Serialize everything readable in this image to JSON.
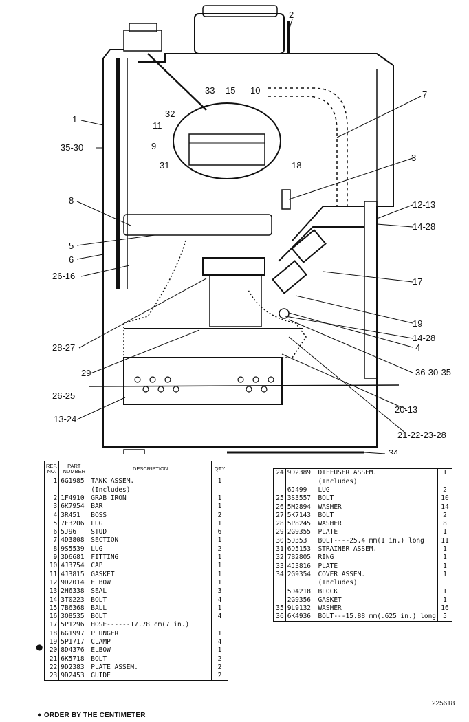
{
  "callouts": {
    "c1": "1",
    "c2": "2",
    "c3": "3",
    "c4": "4",
    "c5": "5",
    "c6": "6",
    "c7": "7",
    "c8": "8",
    "c9": "9",
    "c10": "10",
    "c11": "11",
    "c15": "15",
    "c17": "17",
    "c18": "18",
    "c19": "19",
    "c29": "29",
    "c31": "31",
    "c32": "32",
    "c33": "33",
    "c34": "34",
    "c35_30": "35-30",
    "c12_13": "12-13",
    "c14_28a": "14-28",
    "c14_28b": "14-28",
    "c26_16": "26-16",
    "c28_27": "28-27",
    "c36_30_35": "36-30-35",
    "c26_25": "26-25",
    "c13_24": "13-24",
    "c20_13": "20-13",
    "c21_28": "21-22-23-28"
  },
  "table_left": {
    "headers": {
      "ref": "REF. NO.",
      "part": "PART NUMBER",
      "desc": "DESCRIPTION",
      "qty": "QTY"
    },
    "rows": [
      {
        "ref": "1",
        "part": "6G1985",
        "desc": "TANK ASSEM.",
        "qty": "1"
      },
      {
        "ref": "",
        "part": "",
        "desc": "(Includes)",
        "qty": ""
      },
      {
        "ref": "2",
        "part": "1F4910",
        "desc": "GRAB IRON",
        "qty": "1"
      },
      {
        "ref": "3",
        "part": "6K7954",
        "desc": "BAR",
        "qty": "1"
      },
      {
        "ref": "4",
        "part": "3R451",
        "desc": "BOSS",
        "qty": "2"
      },
      {
        "ref": "5",
        "part": "7F3206",
        "desc": "LUG",
        "qty": "1"
      },
      {
        "ref": "6",
        "part": "5J96",
        "desc": "STUD",
        "qty": "6"
      },
      {
        "ref": "7",
        "part": "4D3808",
        "desc": "SECTION",
        "qty": "1"
      },
      {
        "ref": "8",
        "part": "9S5539",
        "desc": "LUG",
        "qty": "2"
      },
      {
        "ref": "9",
        "part": "3D6681",
        "desc": "FITTING",
        "qty": "1"
      },
      {
        "ref": "10",
        "part": "4J3754",
        "desc": "CAP",
        "qty": "1"
      },
      {
        "ref": "11",
        "part": "4J3815",
        "desc": "GASKET",
        "qty": "1"
      },
      {
        "ref": "12",
        "part": "9D2014",
        "desc": "ELBOW",
        "qty": "1"
      },
      {
        "ref": "13",
        "part": "2H6338",
        "desc": "SEAL",
        "qty": "3"
      },
      {
        "ref": "14",
        "part": "3T0223",
        "desc": "BOLT",
        "qty": "4"
      },
      {
        "ref": "15",
        "part": "7B6368",
        "desc": "BALL",
        "qty": "1"
      },
      {
        "ref": "16",
        "part": "3O8535",
        "desc": "BOLT",
        "qty": "4"
      },
      {
        "ref": "17",
        "part": "5P1296",
        "desc": "HOSE------17.78 cm(7 in.)",
        "qty": ""
      },
      {
        "ref": "18",
        "part": "6G1997",
        "desc": "PLUNGER",
        "qty": "1"
      },
      {
        "ref": "19",
        "part": "5P1717",
        "desc": "CLAMP",
        "qty": "4"
      },
      {
        "ref": "20",
        "part": "8D4376",
        "desc": "ELBOW",
        "qty": "1"
      },
      {
        "ref": "21",
        "part": "6K5718",
        "desc": "BOLT",
        "qty": "2"
      },
      {
        "ref": "22",
        "part": "9D2383",
        "desc": "PLATE ASSEM.",
        "qty": "2"
      },
      {
        "ref": "23",
        "part": "9D2453",
        "desc": "GUIDE",
        "qty": "2"
      }
    ]
  },
  "table_right": {
    "rows": [
      {
        "ref": "24",
        "part": "9D2389",
        "desc": "DIFFUSER ASSEM.",
        "qty": "1"
      },
      {
        "ref": "",
        "part": "",
        "desc": "(Includes)",
        "qty": ""
      },
      {
        "ref": "",
        "part": "6J499",
        "desc": "LUG",
        "qty": "2"
      },
      {
        "ref": "25",
        "part": "3S3557",
        "desc": "BOLT",
        "qty": "10"
      },
      {
        "ref": "26",
        "part": "5M2894",
        "desc": "WASHER",
        "qty": "14"
      },
      {
        "ref": "27",
        "part": "5K7143",
        "desc": "BOLT",
        "qty": "2"
      },
      {
        "ref": "28",
        "part": "5P8245",
        "desc": "WASHER",
        "qty": "8"
      },
      {
        "ref": "29",
        "part": "2G9355",
        "desc": "PLATE",
        "qty": "1"
      },
      {
        "ref": "30",
        "part": "5D353",
        "desc": "BOLT----25.4 mm(1 in.) long",
        "qty": "11"
      },
      {
        "ref": "31",
        "part": "6D5153",
        "desc": "STRAINER ASSEM.",
        "qty": "1"
      },
      {
        "ref": "32",
        "part": "7B2805",
        "desc": "RING",
        "qty": "1"
      },
      {
        "ref": "33",
        "part": "4J3816",
        "desc": "PLATE",
        "qty": "1"
      },
      {
        "ref": "34",
        "part": "2G9354",
        "desc": "COVER ASSEM.",
        "qty": "1"
      },
      {
        "ref": "",
        "part": "",
        "desc": "(Includes)",
        "qty": ""
      },
      {
        "ref": "",
        "part": "5D4218",
        "desc": "BLOCK",
        "qty": "1"
      },
      {
        "ref": "",
        "part": "2G9356",
        "desc": "GASKET",
        "qty": "1"
      },
      {
        "ref": "35",
        "part": "9L9132",
        "desc": "WASHER",
        "qty": "16"
      },
      {
        "ref": "36",
        "part": "6K4936",
        "desc": "BOLT---15.88 mm(.625 in.) long",
        "qty": "5"
      }
    ]
  },
  "footnote": "ORDER BY THE CENTIMETER",
  "drawing_number": "225618"
}
